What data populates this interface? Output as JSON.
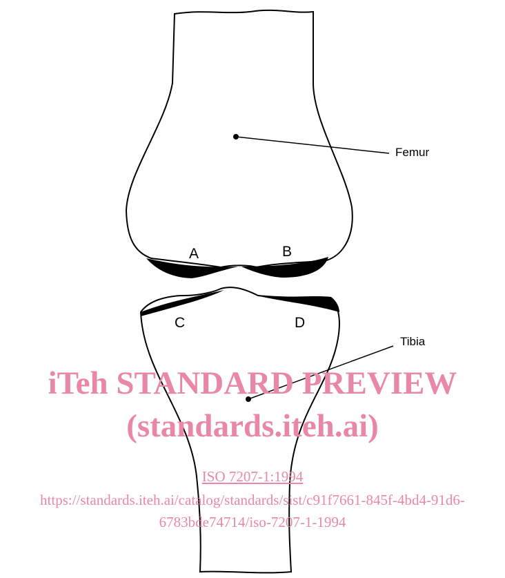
{
  "labels": {
    "femur": "Femur",
    "tibia": "Tibia",
    "point_a": "A",
    "point_b": "B",
    "point_c": "C",
    "point_d": "D"
  },
  "watermark": {
    "title": "iTeh STANDARD PREVIEW",
    "subtitle": "(standards.iteh.ai)",
    "standard_link": "ISO 7207-1:1994",
    "url_line1": "https://standards.iteh.ai/catalog/standards/sist/c91f7661-845f-4bd4-91d6-",
    "url_line2": "6783bde74714/iso-7207-1-1994",
    "color": "#e987aa"
  }
}
